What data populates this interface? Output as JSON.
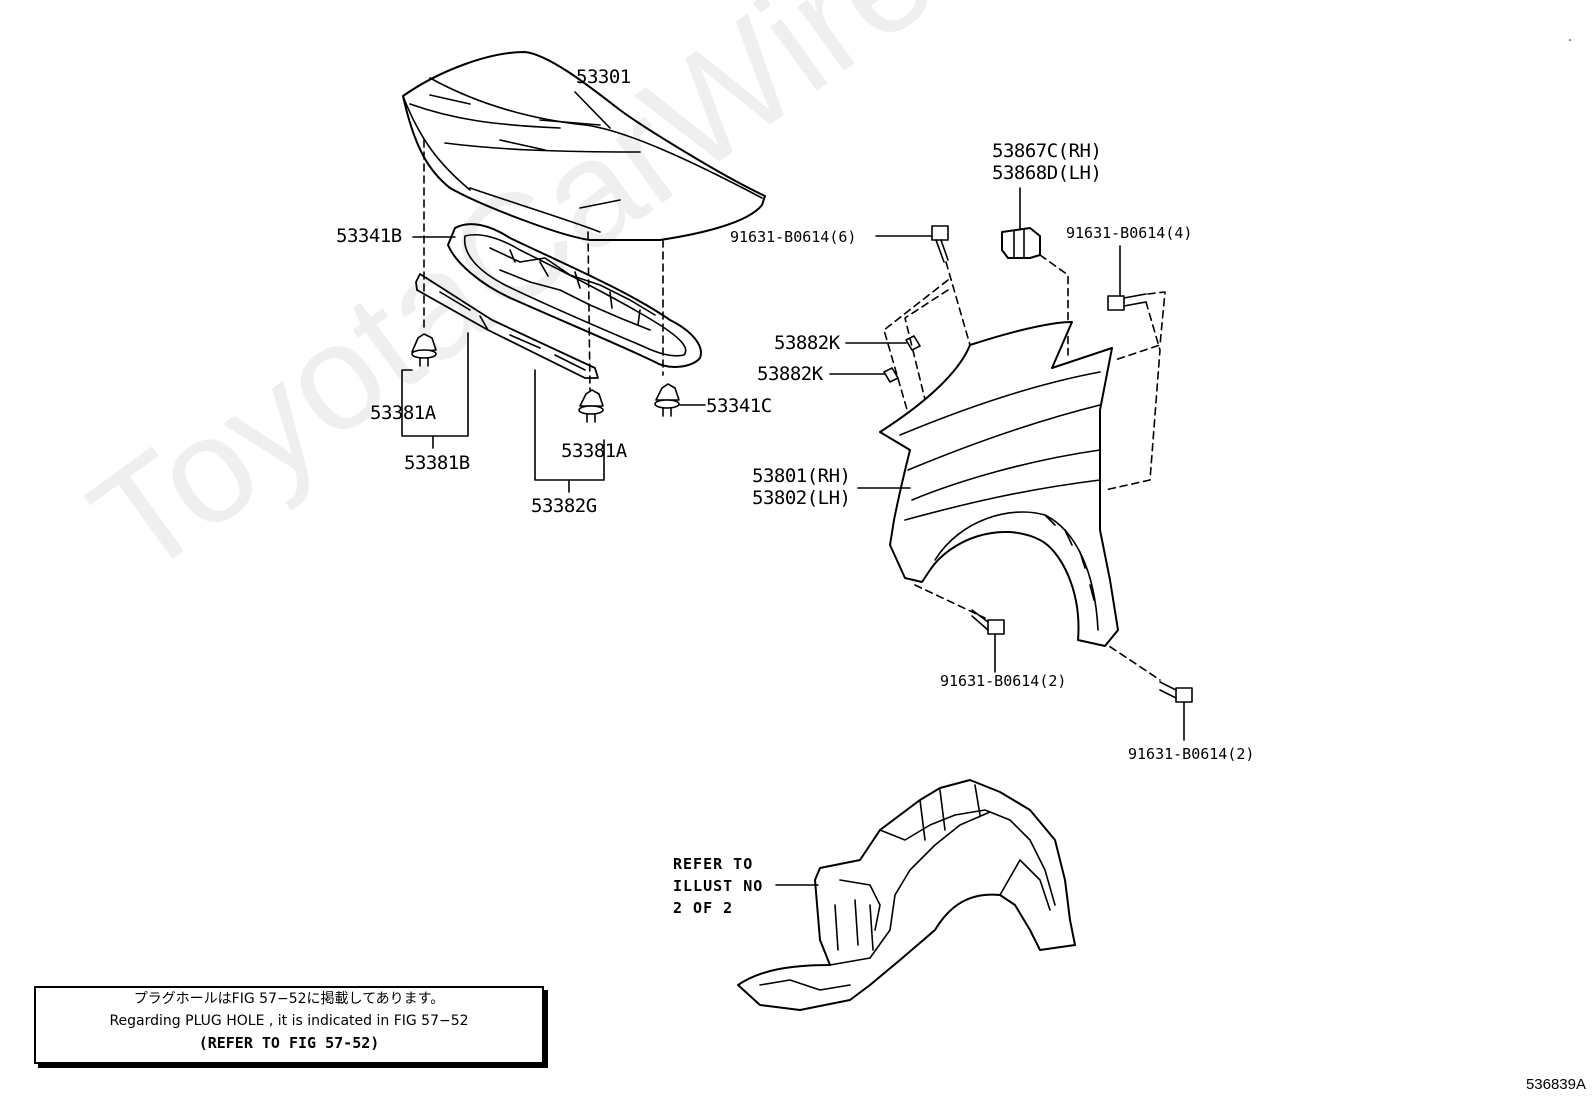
{
  "watermark": "ToyotaCarWire.ru",
  "labels": {
    "hood": "53301",
    "hood_seal": "53341B",
    "cushion_left": "53381A",
    "cushion_set": "53381B",
    "cushion_center": "53381A",
    "cushion_right": "53341C",
    "seal_rear": "53382G",
    "protector_rh": "53867C(RH)",
    "protector_lh": "53868D(LH)",
    "bolt_6": "91631-B0614(6)",
    "bolt_4": "91631-B0614(4)",
    "clip_1": "53882K",
    "clip_2": "53882K",
    "fender_rh": "53801(RH)",
    "fender_lh": "53802(LH)",
    "bolt_2a": "91631-B0614(2)",
    "bolt_2b": "91631-B0614(2)",
    "refer_line1": "REFER TO",
    "refer_line2": "ILLUST NO",
    "refer_line3": "2 OF 2"
  },
  "note": {
    "jp": "プラグホールはFIG 57−52に掲載してあります。",
    "en": "Regarding  PLUG  HOLE , it is indicated in FIG  57−52",
    "ref": "(REFER TO FIG 57-52)"
  },
  "figure_id": "536839A"
}
